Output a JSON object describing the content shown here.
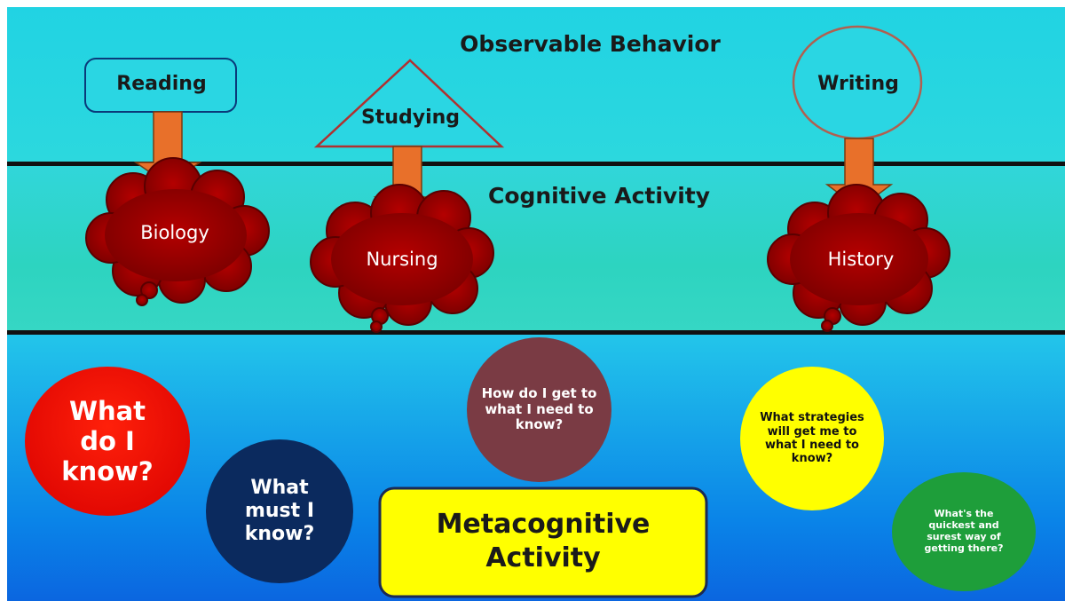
{
  "zones": {
    "observable": "Observable Behavior",
    "cognitive": "Cognitive Activity",
    "metacognitive": "Metacognitive\nActivity"
  },
  "behaviors": {
    "reading": "Reading",
    "studying": "Studying",
    "writing": "Writing"
  },
  "subjects": {
    "biology": "Biology",
    "nursing": "Nursing",
    "history": "History"
  },
  "questions": {
    "what_do_i_know": "What\ndo I\nknow?",
    "what_must_i_know": "What\nmust I\nknow?",
    "how_do_i_get": "How do I get to\nwhat I need to\nknow?",
    "what_strategies": "What strategies\nwill get me to\nwhat I need to\nknow?",
    "quickest_way": "What's the\nquickest and\nsurest way of\ngetting there?"
  },
  "colors": {
    "band_top": "#29d4e0",
    "band_middle": "#2fd6c4",
    "band_bottom": "#1a8fe6",
    "arrow": "#e8702a",
    "cloud": "#c00000",
    "metacognitive_box": "#ffff00",
    "what_do_i_know": "#ff0000",
    "what_must_i_know": "#0b2a5e",
    "how_do_i_get": "#7a3b44",
    "what_strategies": "#ffff00",
    "quickest_way": "#1e9e3a"
  }
}
